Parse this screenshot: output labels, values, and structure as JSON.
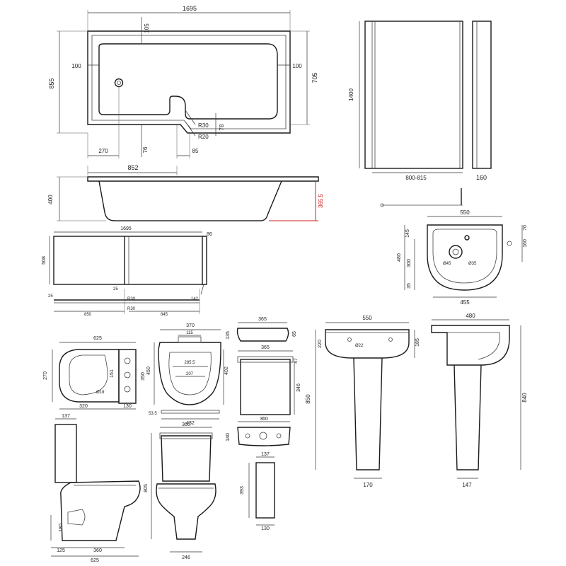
{
  "accent_color": "#d42020",
  "bath_plan": {
    "width": "1695",
    "depth": "855",
    "depth_narrow": "705",
    "rim_top": "105",
    "rim_left": "100",
    "rim_right": "100",
    "radius_1": "R30",
    "radius_2": "R20",
    "step": "78",
    "waste_offset": "270",
    "gap_1": "76",
    "gap_2": "85",
    "bay": "852"
  },
  "bath_side": {
    "height": "400",
    "red_dim": "365.5"
  },
  "bath_panel": {
    "length": "1695",
    "height": "508",
    "thickness": "86",
    "lip_1": "25",
    "lip_2": "25",
    "clip_1": "R30",
    "clip_2": "R30",
    "d_142": "142",
    "d_850": "850",
    "d_845": "845"
  },
  "screen": {
    "height": "1400",
    "width": "800-815",
    "depth": "160"
  },
  "basin_top": {
    "width": "550",
    "d70": "70",
    "d145": "145",
    "d160": "160",
    "d480": "480",
    "d300": "300",
    "d35": "35",
    "d455": "455",
    "hole": "Ø45",
    "tap": "Ø35"
  },
  "wc_plan": {
    "width": "625",
    "depth": "270",
    "d350": "350",
    "d151": "151",
    "d320": "320",
    "d130": "130",
    "bolt": "Ø18"
  },
  "seat": {
    "width": "370",
    "d115": "115",
    "d450": "450",
    "d402": "402",
    "d285": "285.5",
    "d207": "207",
    "d53": "53.5",
    "d432": "432"
  },
  "cistern": {
    "top_w": "365",
    "top_h": "135",
    "top_d": "65",
    "front_w": "365",
    "front_h": "346",
    "lip": "47",
    "lid_w": "360",
    "lid_h": "140",
    "side_w": "137",
    "side_h": "393",
    "side_d": "130"
  },
  "pedestal_front": {
    "width": "550",
    "d220": "220",
    "d185": "185",
    "hole": "Ø22",
    "height": "850",
    "base": "170"
  },
  "pedestal_side": {
    "depth": "480",
    "height": "840",
    "base": "147"
  },
  "wc_side": {
    "top": "137",
    "d180": "180",
    "d125": "125",
    "d360": "360",
    "d625": "625"
  },
  "wc_front": {
    "width": "360",
    "height": "805",
    "base": "246"
  }
}
